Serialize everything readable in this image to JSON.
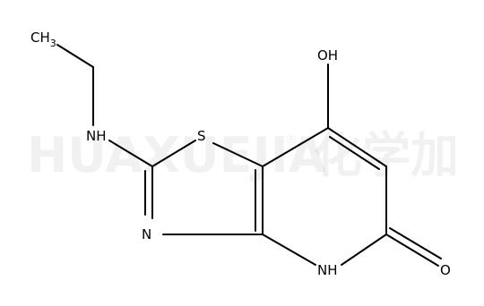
{
  "watermark": {
    "latin": "HUAXUEJIA",
    "registered": "®",
    "cjk": "化学加"
  },
  "molecule": {
    "atoms": {
      "methyl": "CH",
      "methyl_subscript": "3",
      "amine": "NH",
      "sulfur": "S",
      "hydroxyl": "OH",
      "ring_nitrogen": "N",
      "ring_nh": "NH",
      "carbonyl_oxygen": "O"
    }
  }
}
